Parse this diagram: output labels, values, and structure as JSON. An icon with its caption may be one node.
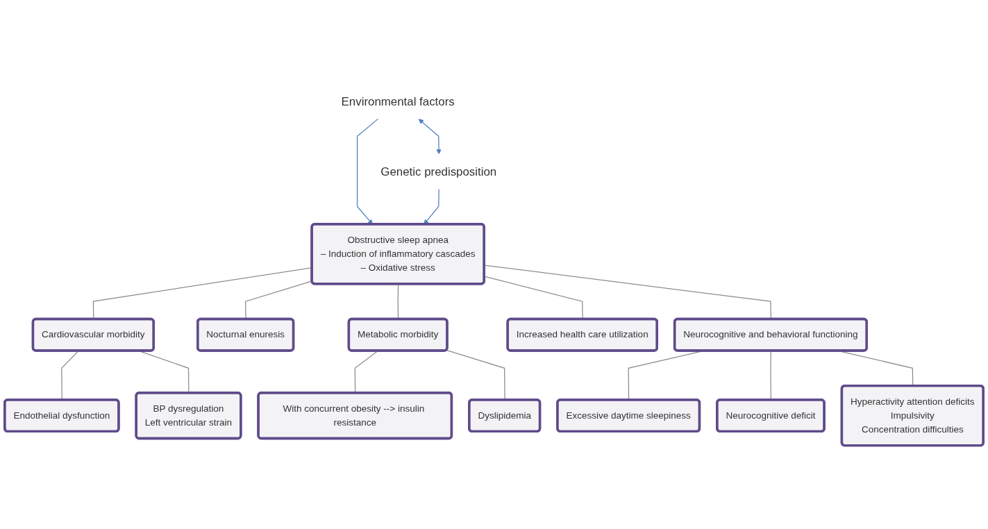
{
  "diagram": {
    "nodes": [
      {
        "text": [
          "Environmental factors"
        ]
      },
      {
        "text": [
          "Genetic predisposition"
        ]
      },
      {
        "text": [
          "Obstructive sleep apnea",
          "– Induction of inflammatory cascades",
          "– Oxidative stress"
        ]
      },
      {
        "text": [
          "Cardiovascular morbidity"
        ]
      },
      {
        "text": [
          "Nocturnal enuresis"
        ]
      },
      {
        "text": [
          "Metabolic morbidity"
        ]
      },
      {
        "text": [
          "Increased health care utilization"
        ]
      },
      {
        "text": [
          "Neurocognitive and behavioral functioning"
        ]
      },
      {
        "text": [
          "Endothelial dysfunction"
        ]
      },
      {
        "text": [
          "BP dysregulation",
          "Left ventricular strain"
        ]
      },
      {
        "text": [
          "With concurrent obesity --> insulin resistance"
        ]
      },
      {
        "text": [
          "Dyslipidemia"
        ]
      },
      {
        "text": [
          "Excessive daytime sleepiness"
        ]
      },
      {
        "text": [
          "Neurocognitive deficit"
        ]
      },
      {
        "text": [
          "Hyperactivity attention deficits",
          "Impulsivity",
          "Concentration difficulties"
        ]
      }
    ],
    "edges": [
      {
        "from": 0,
        "to": 1,
        "arrow": "both",
        "color": "#4f81bd"
      },
      {
        "from": 0,
        "to": 2,
        "arrow": "to",
        "color": "#4f81bd"
      },
      {
        "from": 1,
        "to": 2,
        "arrow": "to",
        "color": "#4f81bd"
      },
      {
        "from": 2,
        "to": 3,
        "arrow": "none"
      },
      {
        "from": 2,
        "to": 4,
        "arrow": "none"
      },
      {
        "from": 2,
        "to": 5,
        "arrow": "none"
      },
      {
        "from": 2,
        "to": 6,
        "arrow": "none"
      },
      {
        "from": 2,
        "to": 7,
        "arrow": "none"
      },
      {
        "from": 3,
        "to": 8,
        "arrow": "none"
      },
      {
        "from": 3,
        "to": 9,
        "arrow": "none"
      },
      {
        "from": 5,
        "to": 10,
        "arrow": "none"
      },
      {
        "from": 5,
        "to": 11,
        "arrow": "none"
      },
      {
        "from": 7,
        "to": 12,
        "arrow": "none"
      },
      {
        "from": 7,
        "to": 13,
        "arrow": "none"
      },
      {
        "from": 7,
        "to": 14,
        "arrow": "none"
      }
    ]
  }
}
